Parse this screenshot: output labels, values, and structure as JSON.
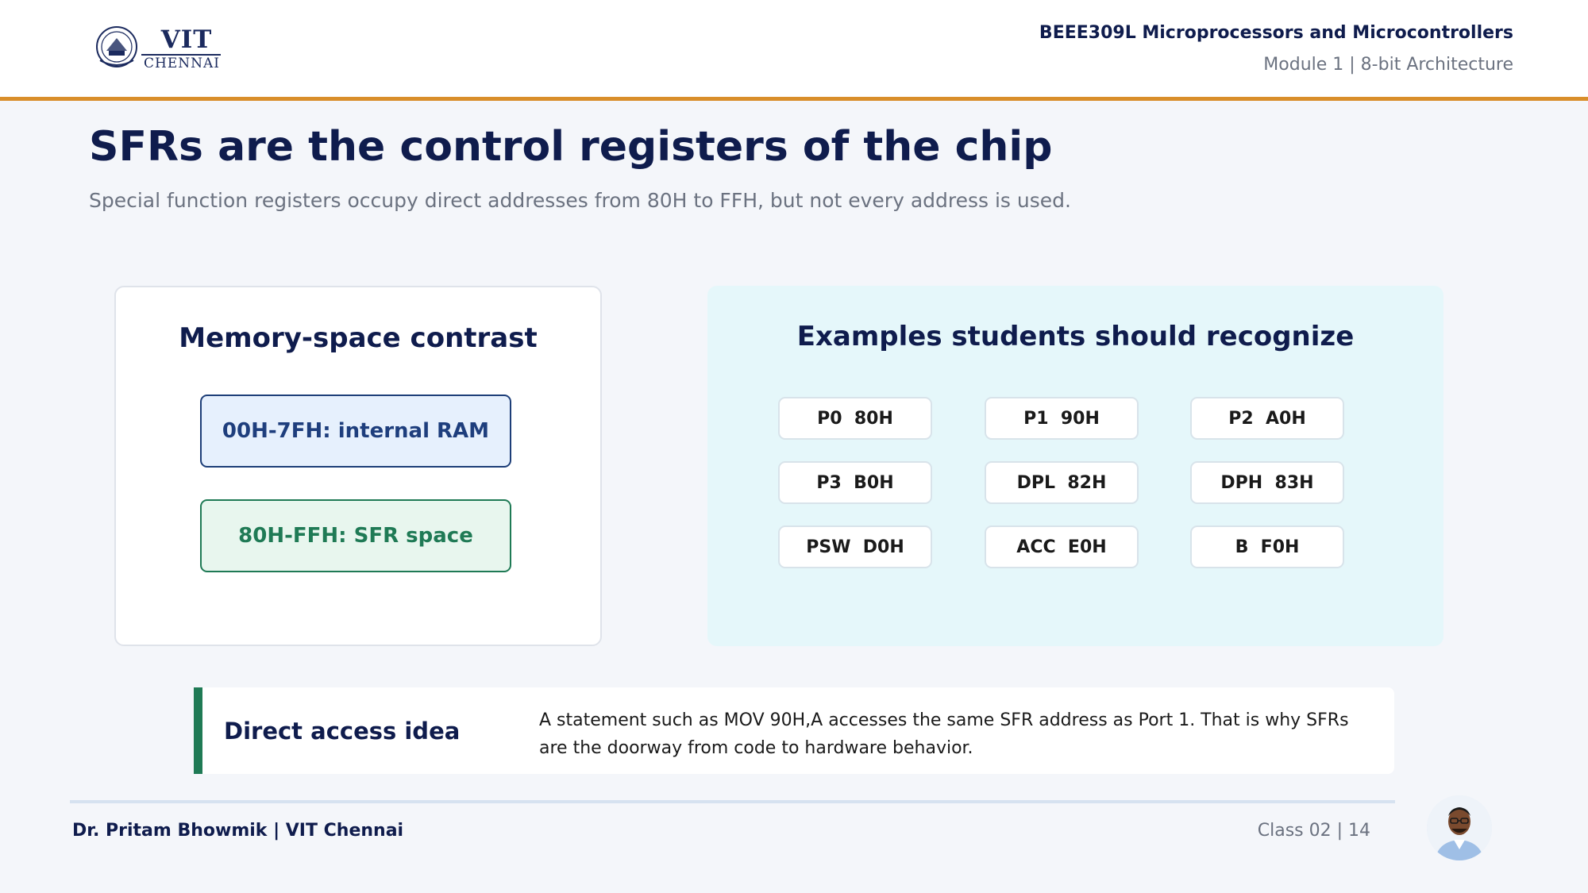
{
  "header": {
    "logo": {
      "name": "VIT",
      "sub": "CHENNAI"
    },
    "course_title": "BEEE309L Microprocessors and Microcontrollers",
    "module_title": "Module 1 | 8-bit Architecture",
    "accent_color": "#d98e2b"
  },
  "main": {
    "title": "SFRs are the control registers of the chip",
    "subtitle": "Special function registers occupy direct addresses from 80H to FFH, but not every address is used."
  },
  "memory_card": {
    "heading": "Memory-space contrast",
    "ram_label": "00H-7FH: internal RAM",
    "sfr_label": "80H-FFH: SFR space"
  },
  "examples_card": {
    "heading": "Examples students should recognize",
    "chips": [
      "P0  80H",
      "P1  90H",
      "P2  A0H",
      "P3  B0H",
      "DPL  82H",
      "DPH  83H",
      "PSW  D0H",
      "ACC  E0H",
      "B  F0H"
    ]
  },
  "callout": {
    "label": "Direct access idea",
    "text": "A statement such as MOV 90H,A accesses the same SFR address as Port 1. That is why SFRs are the doorway from code to hardware behavior.",
    "accent_color": "#1f7a55"
  },
  "footer": {
    "author": "Dr. Pritam Bhowmik | VIT Chennai",
    "slide_info": "Class 02  |  14"
  }
}
